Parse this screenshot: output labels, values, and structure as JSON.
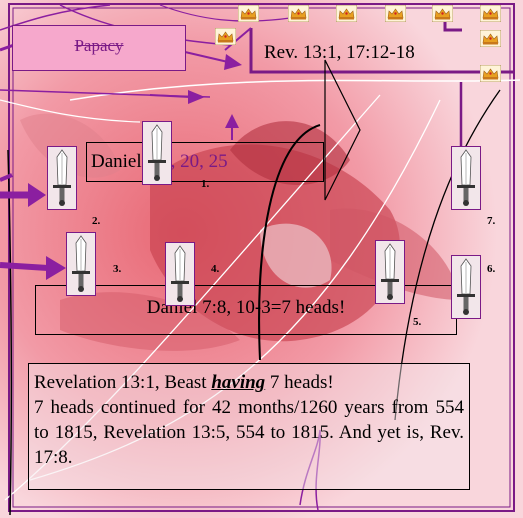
{
  "labels": {
    "papacy": "Papacy",
    "rev_ref": "Rev. 13:1, 17:12-18",
    "daniel_a_prefix": "Daniel 7",
    "daniel_a_suffix": ":8, 20, 25",
    "daniel_b": "Daniel 7:8, 10-3=7 heads!"
  },
  "note": {
    "line1_prefix": "Revelation 13:1, Beast ",
    "line1_emph": "having",
    "line1_suffix": " 7 heads!",
    "body": "7 heads continued for 42 months/1260 years from 554 to 1815, Revelation 13:5, 554 to 1815. And yet is, Rev. 17:8."
  },
  "heads": [
    {
      "label": "1."
    },
    {
      "label": "2."
    },
    {
      "label": "3."
    },
    {
      "label": "4."
    },
    {
      "label": "5."
    },
    {
      "label": "6."
    },
    {
      "label": "7."
    }
  ],
  "colors": {
    "frame": "#7a1a86",
    "text_accent": "#7a1a86",
    "arrow": "#8b1fa0",
    "beast_red": "#c83a4a"
  },
  "crown_icon": "crown-icon",
  "crown_count": 9
}
